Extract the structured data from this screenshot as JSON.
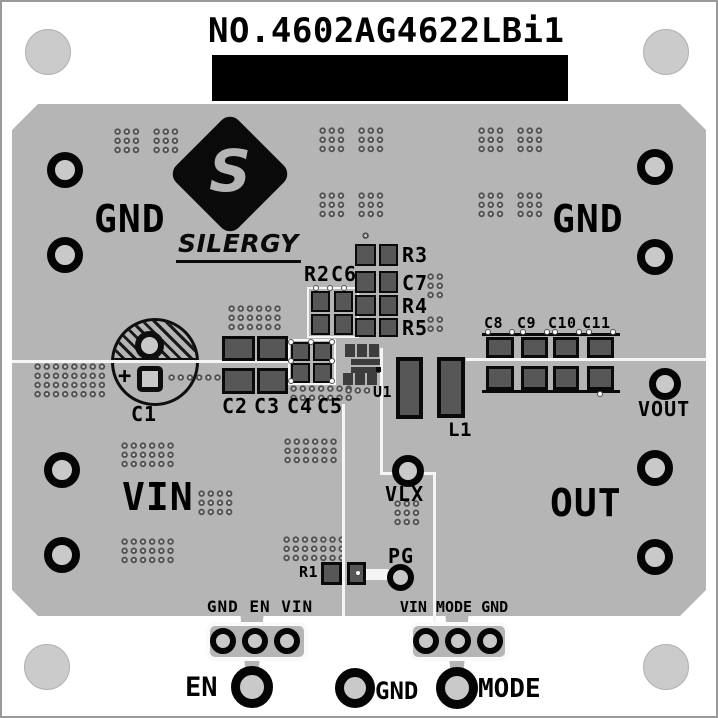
{
  "title": "NO.4602AG4622LBi1",
  "logo": {
    "monogram": "S",
    "brand": "SILERGY"
  },
  "zones": {
    "gnd_left": "GND",
    "gnd_right": "GND",
    "vin": "VIN",
    "out": "OUT"
  },
  "testpoints": {
    "vout": "VOUT",
    "vlx": "VLX",
    "pg": "PG"
  },
  "refdes": {
    "c1": "C1",
    "c1_plus": "+",
    "c2": "C2",
    "c3": "C3",
    "c4": "C4",
    "c5": "C5",
    "r2": "R2",
    "c6": "C6",
    "r3": "R3",
    "c7": "C7",
    "r4": "R4",
    "r5": "R5",
    "c8": "C8",
    "c9": "C9",
    "c10": "C10",
    "c11": "C11",
    "u1": "U1",
    "l1": "L1",
    "r1": "R1"
  },
  "headers": {
    "left": "GND EN VIN",
    "right": "VIN MODE GND"
  },
  "bottom_pins": {
    "en": "EN",
    "gnd": "GND",
    "mode": "MODE"
  },
  "colors": {
    "board": "#b5b5b5",
    "pad": "#575757",
    "hole": "#c9c9c9",
    "silk": "#000000",
    "trace": "#f5f5f5",
    "dark": "#0a0a0a"
  }
}
